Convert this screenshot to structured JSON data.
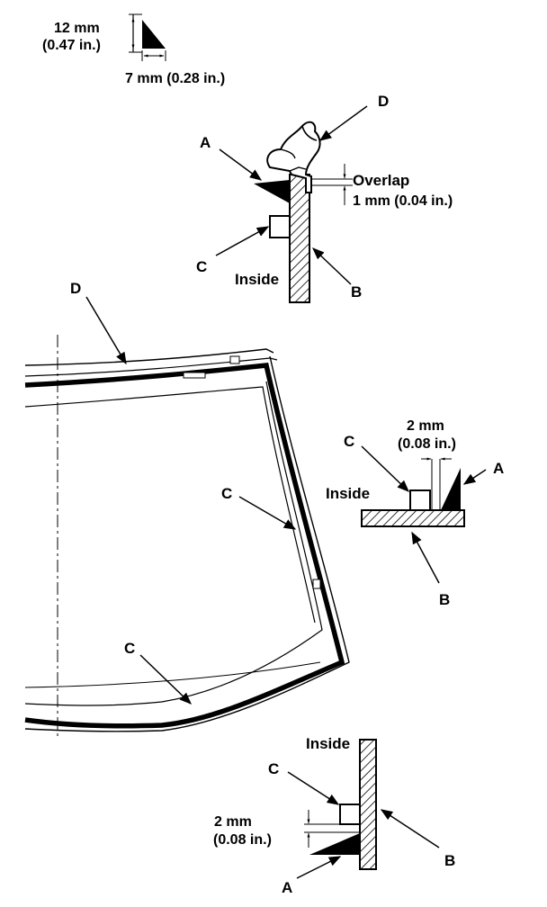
{
  "legend": {
    "height": "12 mm",
    "height_in": "(0.47 in.)",
    "width": "7 mm (0.28 in.)"
  },
  "top_detail": {
    "label_a": "A",
    "label_b": "B",
    "label_c": "C",
    "label_d": "D",
    "inside": "Inside",
    "overlap": "Overlap",
    "overlap_dim": "1 mm (0.04 in.)"
  },
  "windshield": {
    "label_d": "D",
    "label_c_side": "C",
    "label_c_bottom": "C"
  },
  "side_detail": {
    "label_a": "A",
    "label_b": "B",
    "label_c": "C",
    "inside": "Inside",
    "gap": "2 mm",
    "gap_in": "(0.08 in.)"
  },
  "bottom_detail": {
    "label_a": "A",
    "label_b": "B",
    "label_c": "C",
    "inside": "Inside",
    "gap": "2 mm",
    "gap_in": "(0.08 in.)"
  }
}
